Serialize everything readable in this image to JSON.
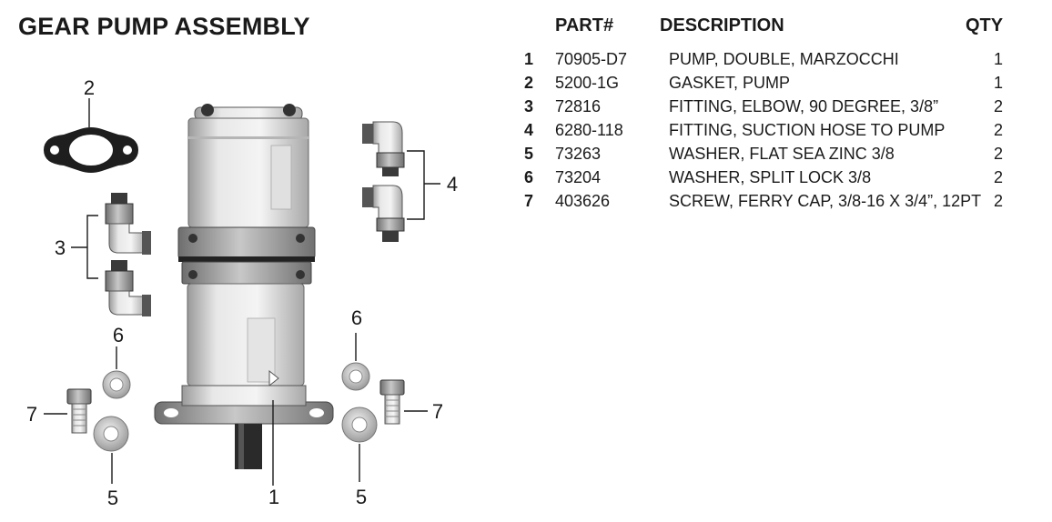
{
  "title": "GEAR PUMP ASSEMBLY",
  "table": {
    "headers": {
      "part": "PART#",
      "description": "DESCRIPTION",
      "qty": "QTY"
    },
    "rows": [
      {
        "num": "1",
        "part": "70905-D7",
        "description": "PUMP, DOUBLE, MARZOCCHI",
        "qty": "1"
      },
      {
        "num": "2",
        "part": "5200-1G",
        "description": "GASKET, PUMP",
        "qty": "1"
      },
      {
        "num": "3",
        "part": "72816",
        "description": "FITTING, ELBOW, 90 DEGREE,  3/8”",
        "qty": "2"
      },
      {
        "num": "4",
        "part": "6280-118",
        "description": "FITTING, SUCTION HOSE TO PUMP",
        "qty": "2"
      },
      {
        "num": "5",
        "part": "73263",
        "description": "WASHER, FLAT SEA ZINC 3/8",
        "qty": "2"
      },
      {
        "num": "6",
        "part": "73204",
        "description": "WASHER, SPLIT LOCK 3/8",
        "qty": "2"
      },
      {
        "num": "7",
        "part": "403626",
        "description": "SCREW, FERRY CAP, 3/8-16 X 3/4”, 12PT",
        "qty": "2"
      }
    ]
  },
  "callouts": {
    "c1": "1",
    "c2": "2",
    "c3": "3",
    "c4": "4",
    "c5a": "5",
    "c5b": "5",
    "c6a": "6",
    "c6b": "6",
    "c7a": "7",
    "c7b": "7"
  },
  "colors": {
    "metal_light": "#e6e6e6",
    "metal_mid": "#bdbdbd",
    "metal_dark": "#5a5a5a",
    "ink": "#1a1a1a"
  }
}
